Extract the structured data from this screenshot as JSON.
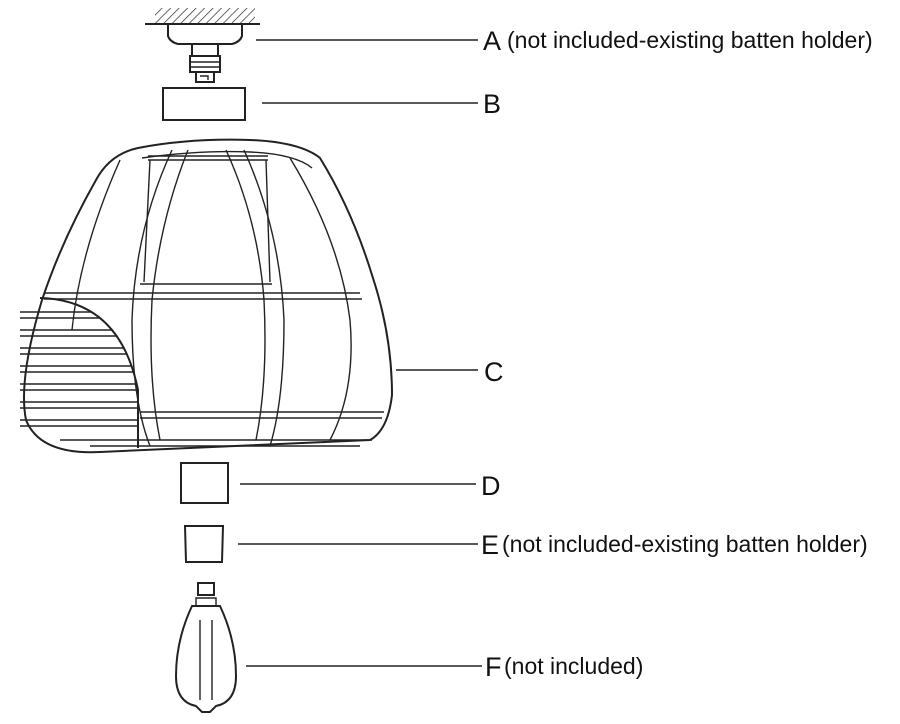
{
  "parts": [
    {
      "letter": "A",
      "note": "(not included-existing batten holder)"
    },
    {
      "letter": "B",
      "note": ""
    },
    {
      "letter": "C",
      "note": ""
    },
    {
      "letter": "D",
      "note": ""
    },
    {
      "letter": "E",
      "note": "(not included-existing batten holder)"
    },
    {
      "letter": "F",
      "note": "(not included)"
    }
  ],
  "colors": {
    "line": "#222222",
    "background": "#ffffff"
  }
}
